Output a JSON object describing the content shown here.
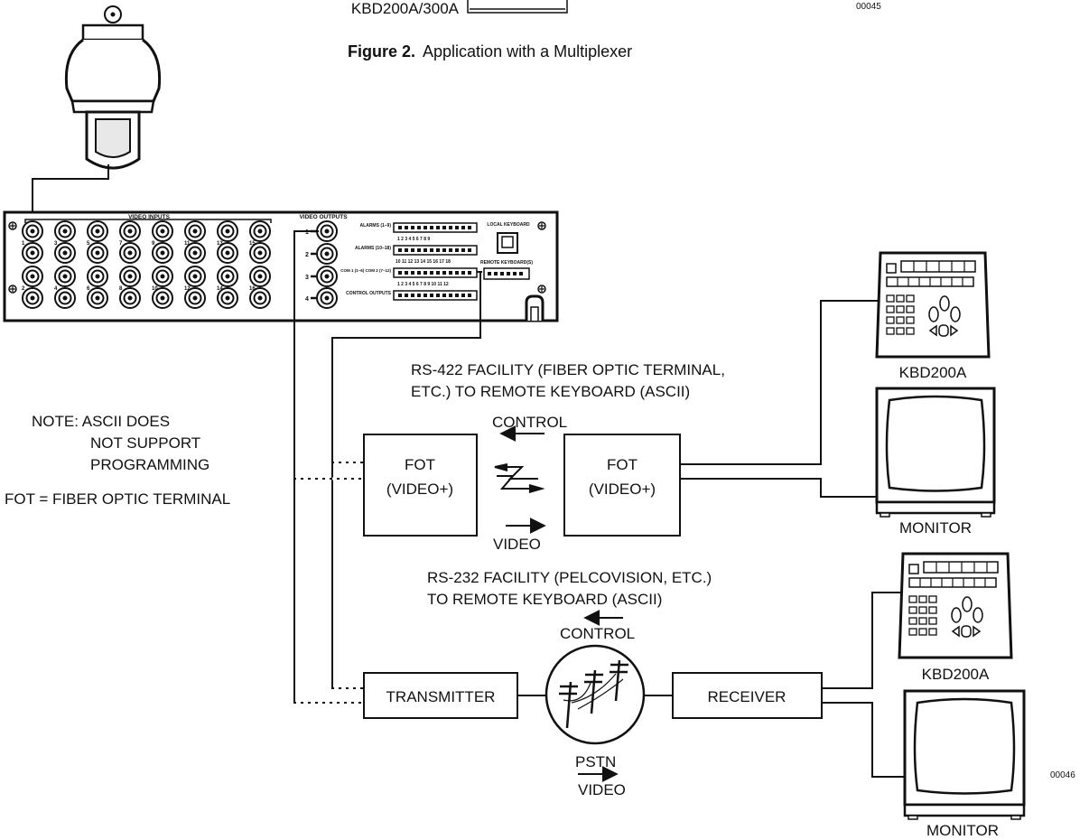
{
  "top_caption_partial": "KBD200A/300A",
  "top_code": "00045",
  "figure_title": {
    "prefix": "Figure 2.",
    "text": "Application with a Multiplexer"
  },
  "multiplexer": {
    "video_inputs": "VIDEO INPUTS",
    "video_outputs": "VIDEO OUTPUTS",
    "alarms_1": "ALARMS (1–9)",
    "alarms_2": "ALARMS (10–18)",
    "com": "COM 1 (1–6) COM 2 (7–12)",
    "control_outputs": "CONTROL OUTPUTS",
    "local_keyboard": "LOCAL KEYBOARD",
    "remote_keyboard": "REMOTE KEYBOARD(S)"
  },
  "note": {
    "line1": "NOTE:  ASCII DOES",
    "line2": "NOT SUPPORT",
    "line3": "PROGRAMMING",
    "fot_def": "FOT = FIBER OPTIC TERMINAL"
  },
  "rs422": {
    "line1": "RS-422 FACILITY (FIBER OPTIC TERMINAL,",
    "line2": "ETC.) TO REMOTE KEYBOARD (ASCII)",
    "control": "CONTROL",
    "video": "VIDEO",
    "fot_left_1": "FOT",
    "fot_left_2": "(VIDEO+)",
    "fot_right_1": "FOT",
    "fot_right_2": "(VIDEO+)"
  },
  "rs232": {
    "line1": "RS-232 FACILITY (PELCOVISION, ETC.)",
    "line2": "TO REMOTE KEYBOARD (ASCII)",
    "control": "CONTROL",
    "pstn": "PSTN",
    "video": "VIDEO",
    "transmitter": "TRANSMITTER",
    "receiver": "RECEIVER"
  },
  "devices": {
    "keyboard_1": "KBD200A",
    "monitor_1": "MONITOR",
    "keyboard_2": "KBD200A",
    "monitor_2": "MONITOR"
  },
  "bottom_code": "00046"
}
